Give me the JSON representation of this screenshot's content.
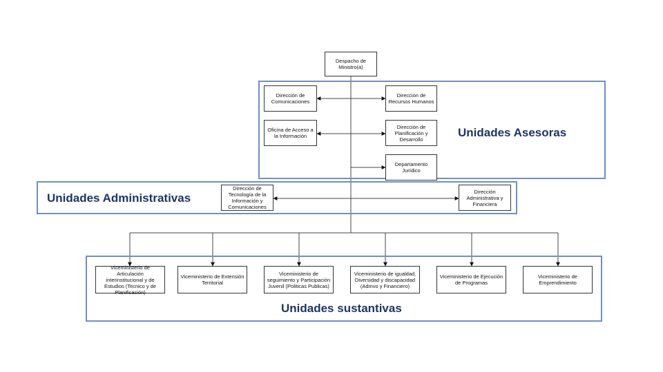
{
  "chart": {
    "root": {
      "label": "Despacho de Ministro(a)"
    },
    "groups": {
      "asesoras": "Unidades Asesoras",
      "administrativas": "Unidades Administrativas",
      "sustantivas": "Unidades sustantivas"
    },
    "asesoras_nodes": {
      "comunicaciones": "Dirección de Comunicaciones",
      "recursos_humanos": "Dirección de Recursos Humanos",
      "acceso_informacion": "Oficina de Acceso a la Información",
      "planificacion": "Dirección de Planificación y Desarrollo",
      "juridico": "Departamento Jurídico"
    },
    "administrativas_nodes": {
      "tic": "Dirección de Tecnología de la Información y Comunicaciones",
      "administrativa": "Dirección Administrativa y Financiera"
    },
    "sustantivas_nodes": [
      "Viceministerio de Articulación interinstitucional y de Estudios (Tecnico y de Planificación)",
      "Viceministerio de Extensión Territorial",
      "Viceministerio de seguimiento y Participación Juvenil (Politicas Publicas)",
      "Viceministerio de igualdad, Diversidad y discapacidad (Admvo y Financiero)",
      "Viceministerio de Ejecución de Programas",
      "Viceministerio  de Emprendimiento"
    ]
  }
}
